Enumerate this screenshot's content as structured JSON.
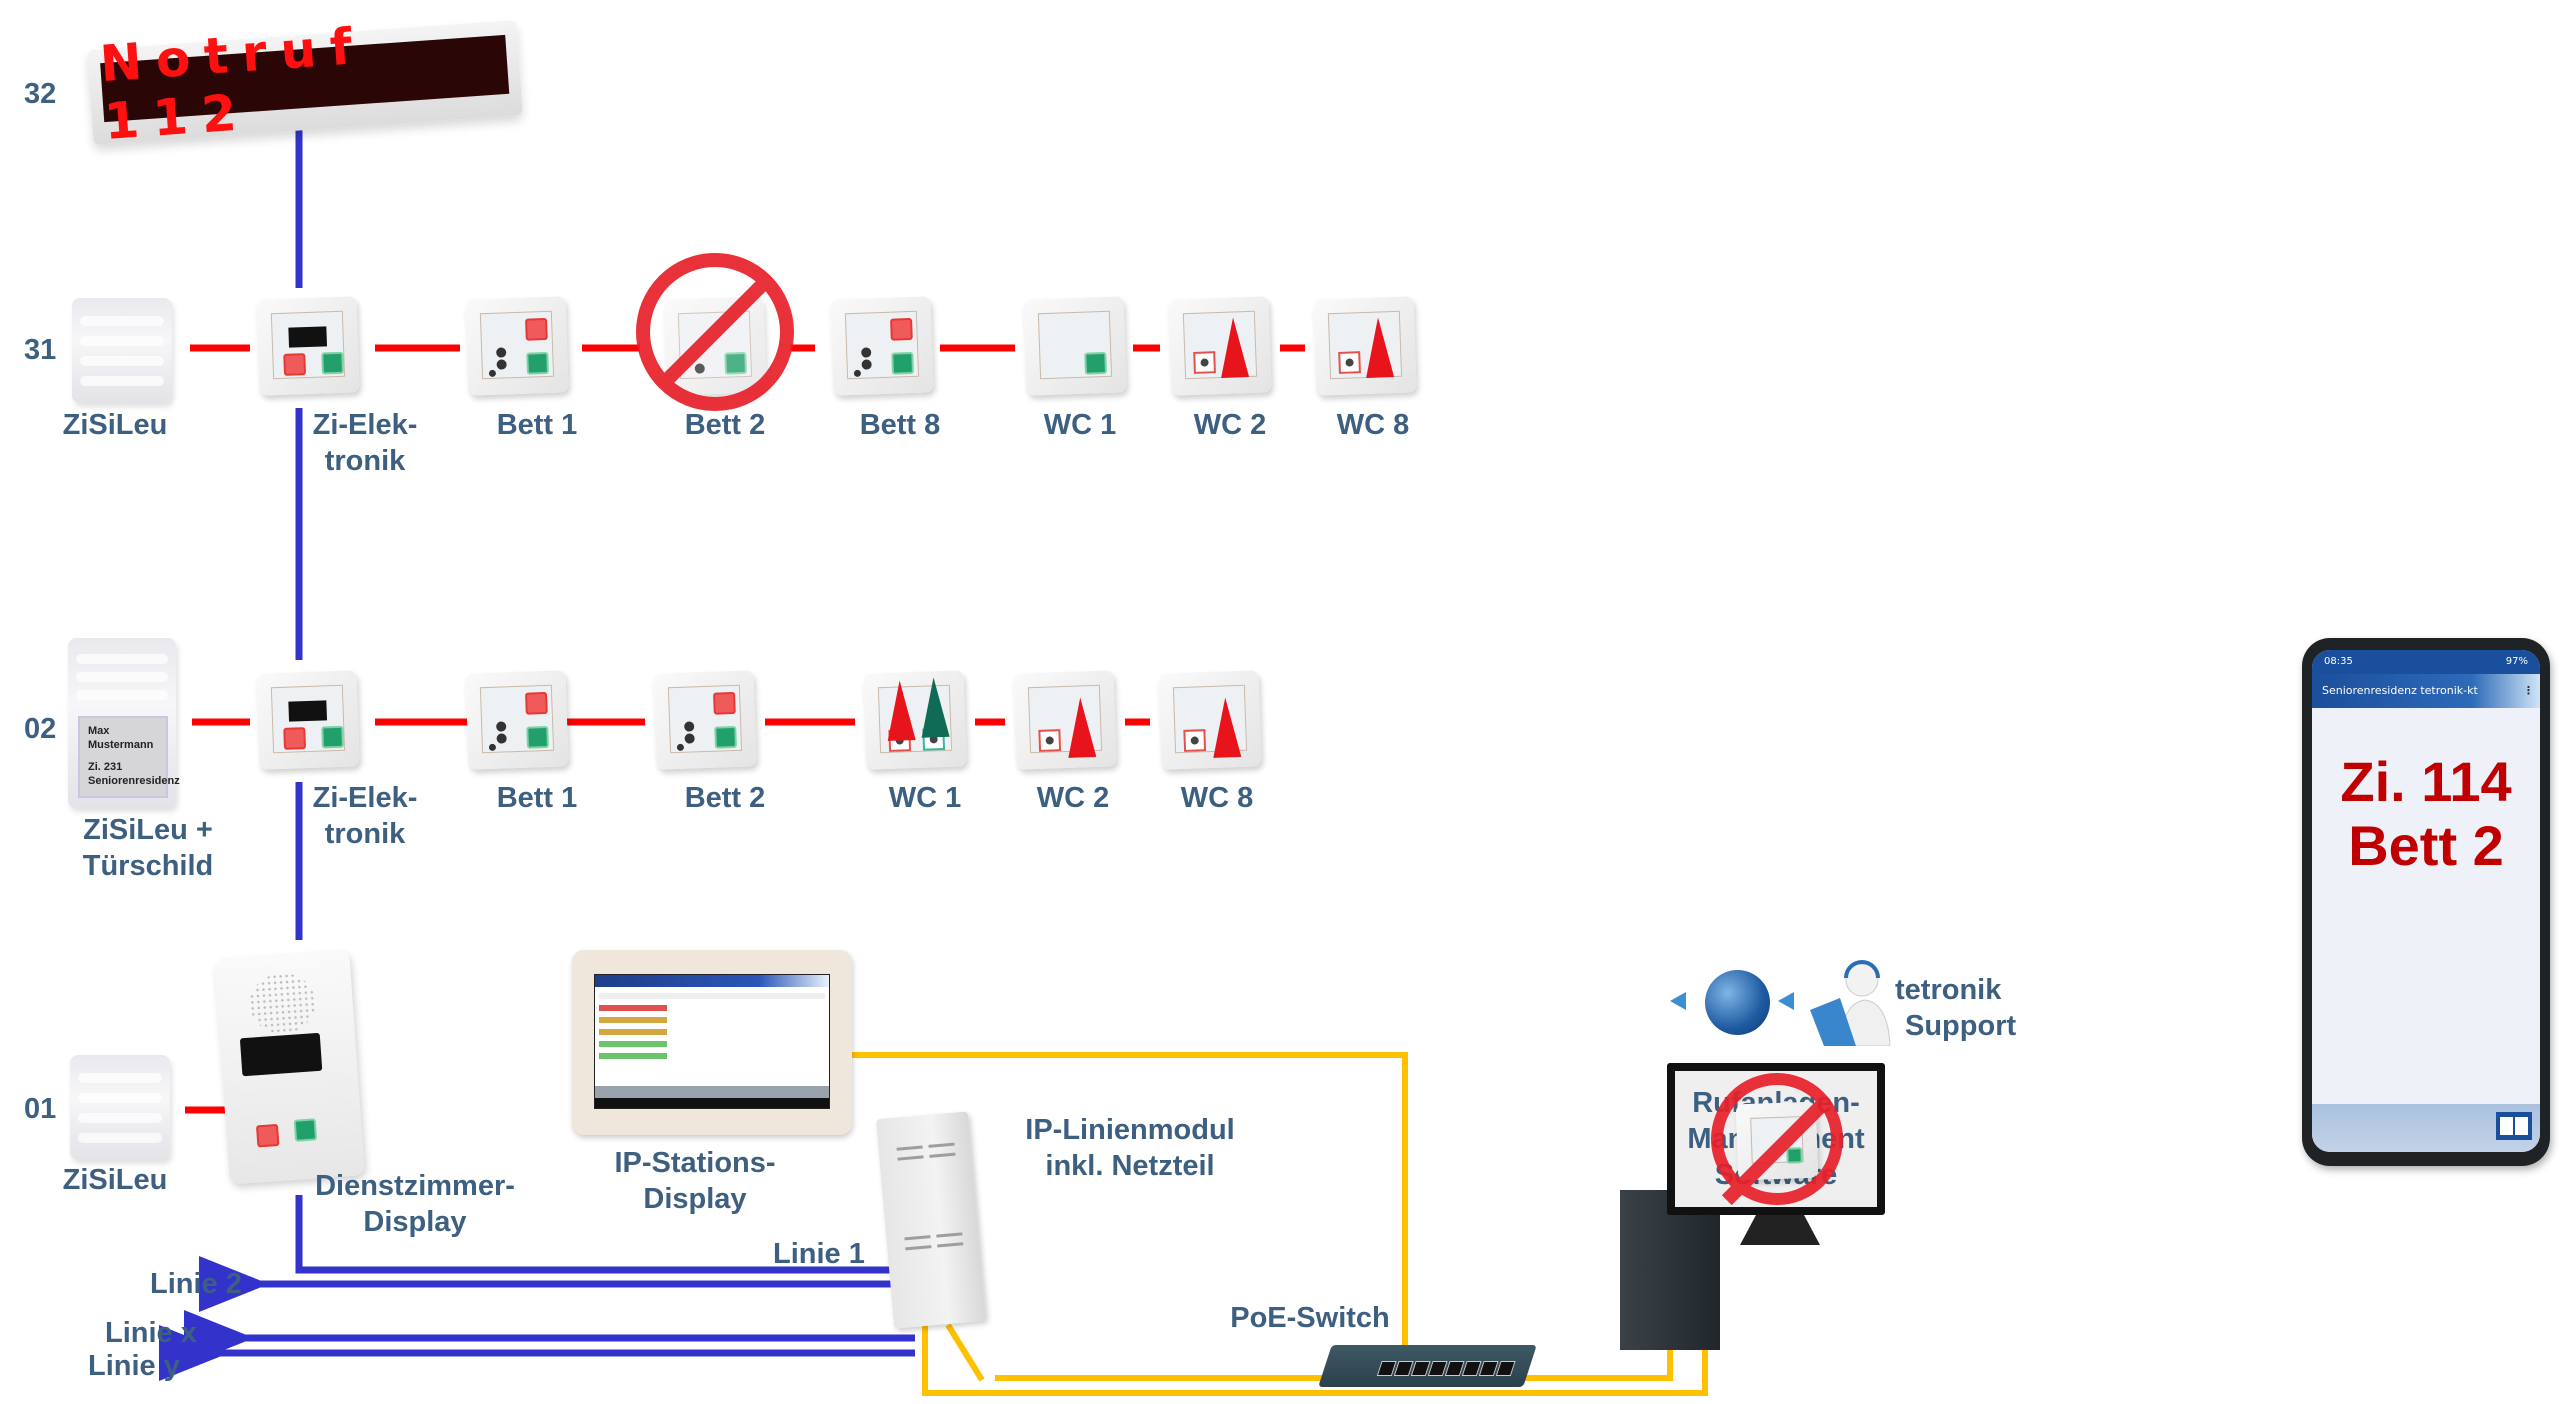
{
  "colors": {
    "label": "#3d5f80",
    "bus_line": "#3333cc",
    "room_line": "#ff0000",
    "network_line": "#ffc000",
    "forbidden_sign": "#e8202a",
    "phone_alert_text": "#c00000"
  },
  "rows": [
    {
      "number": "32",
      "devices": [
        {
          "type": "led-display",
          "text": "Notruf 112"
        }
      ]
    },
    {
      "number": "31",
      "devices": [
        {
          "type": "zisileu",
          "label": "ZiSiLeu"
        },
        {
          "type": "room-electronics",
          "label_line1": "Zi-Elek-",
          "label_line2": "tronik"
        },
        {
          "type": "bed-unit",
          "label": "Bett 1"
        },
        {
          "type": "bed-unit",
          "label": "Bett 2",
          "crossed_out": true
        },
        {
          "type": "bed-unit",
          "label": "Bett 8"
        },
        {
          "type": "wc-unit",
          "label": "WC 1"
        },
        {
          "type": "wc-pull",
          "label": "WC 2"
        },
        {
          "type": "wc-pull",
          "label": "WC 8"
        }
      ]
    },
    {
      "number": "02",
      "devices": [
        {
          "type": "zisileu-doorsign",
          "label_line1": "ZiSiLeu +",
          "label_line2": "Türschild",
          "doorsign": {
            "line1": "Max",
            "line2": "Mustermann",
            "line3": "Zi. 231",
            "line4": "Seniorenresidenz"
          }
        },
        {
          "type": "room-electronics",
          "label_line1": "Zi-Elek-",
          "label_line2": "tronik"
        },
        {
          "type": "bed-unit",
          "label": "Bett 1"
        },
        {
          "type": "bed-unit",
          "label": "Bett 2"
        },
        {
          "type": "wc-pull-double",
          "label": "WC 1"
        },
        {
          "type": "wc-pull",
          "label": "WC 2"
        },
        {
          "type": "wc-pull",
          "label": "WC 8"
        }
      ]
    },
    {
      "number": "01",
      "devices": [
        {
          "type": "zisileu",
          "label": "ZiSiLeu"
        },
        {
          "type": "duty-room-display",
          "label_line1": "Dienstzimmer-",
          "label_line2": "Display"
        }
      ]
    }
  ],
  "central": {
    "station_display": {
      "label_line1": "IP-Stations-",
      "label_line2": "Display"
    },
    "line_module": {
      "label_line1": "IP-Linienmodul",
      "label_line2": "inkl. Netzteil"
    },
    "poe_switch": {
      "label": "PoE-Switch"
    },
    "management": {
      "screen_line1": "Rufanlagen-",
      "screen_line2": "Management",
      "screen_line3": "Software",
      "crossed_out": true
    },
    "support": {
      "label_line1": "tetronik",
      "label_line2": "Support"
    }
  },
  "lines": {
    "linie1": "Linie 1",
    "linie2": "Linie 2",
    "liniex": "Linie x",
    "liniey": "Linie y"
  },
  "phone": {
    "time": "08:35",
    "battery": "97%",
    "app_title": "Seniorenresidenz tetronik-kt",
    "menu_icon": "⋮",
    "alert_line1": "Zi. 114",
    "alert_line2": "Bett 2"
  }
}
